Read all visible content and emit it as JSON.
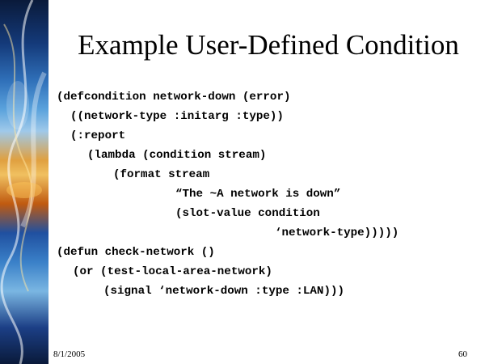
{
  "slide": {
    "title": "Example User-Defined Condition",
    "code_lines": [
      "(defcondition network-down (error)",
      "((network-type :initarg :type))",
      "(:report",
      "(lambda (condition stream)",
      "(format stream",
      "“The ~A network is down”",
      "(slot-value condition",
      "‘network-type)))))",
      "(defun check-network ()",
      "(or (test-local-area-network)",
      "(signal ‘network-down :type :LAN)))"
    ],
    "footer_date": "8/1/2005",
    "page_number": "60"
  }
}
